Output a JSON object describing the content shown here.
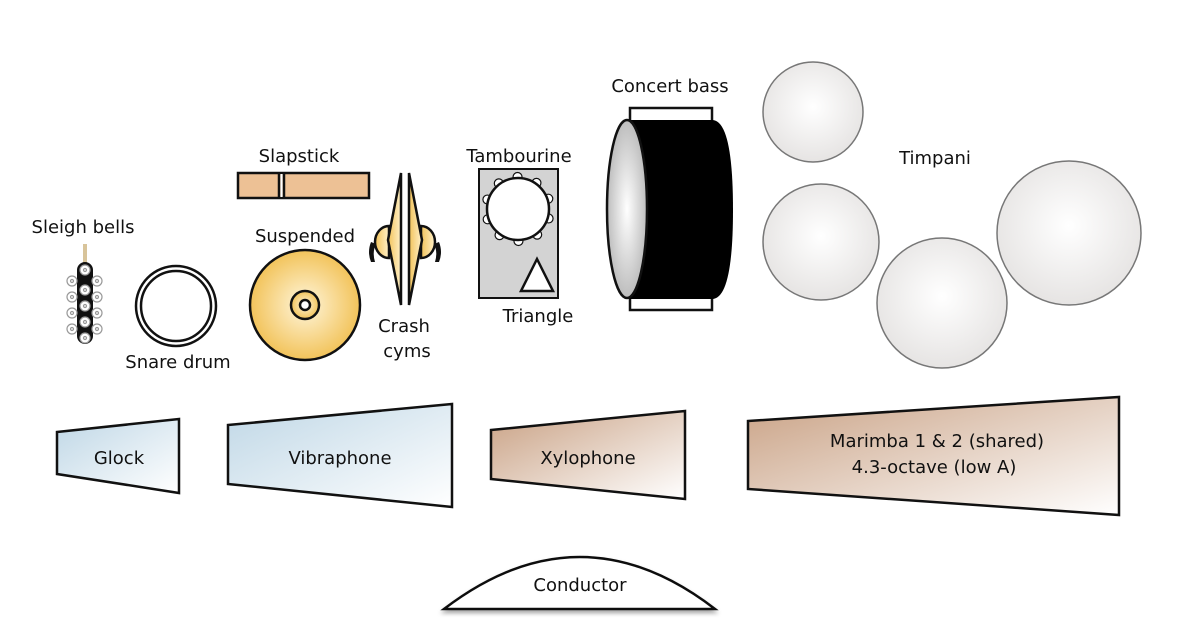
{
  "diagram": {
    "type": "orchestra-percussion-setup",
    "instruments": {
      "sleigh_bells": {
        "label": "Sleigh bells"
      },
      "snare_drum": {
        "label": "Snare drum"
      },
      "slapstick": {
        "label": "Slapstick"
      },
      "suspended_cymbal": {
        "label": "Suspended"
      },
      "crash_cymbals": {
        "label_line1": "Crash",
        "label_line2": "cyms"
      },
      "tambourine": {
        "label": "Tambourine"
      },
      "triangle": {
        "label": "Triangle"
      },
      "concert_bass_drum": {
        "label": "Concert bass"
      },
      "timpani": {
        "label": "Timpani",
        "drum_count": 4
      },
      "glockenspiel": {
        "label": "Glock"
      },
      "vibraphone": {
        "label": "Vibraphone"
      },
      "xylophone": {
        "label": "Xylophone"
      },
      "marimba": {
        "label_line1": "Marimba 1 & 2 (shared)",
        "label_line2": "4.3-octave (low A)"
      },
      "conductor": {
        "label": "Conductor"
      }
    },
    "colors": {
      "outline": "#111111",
      "cymbal_gold": "#F2C35A",
      "cymbal_light": "#FFF6DC",
      "slapstick_wood": "#EDC195",
      "tambourine_table": "#D3D3D3",
      "timpani_head": "#EEEDEC",
      "mallet_blue": "#BFD7E6",
      "mallet_brown": "#C9A184",
      "sleigh_handle": "#D8C49A"
    }
  }
}
